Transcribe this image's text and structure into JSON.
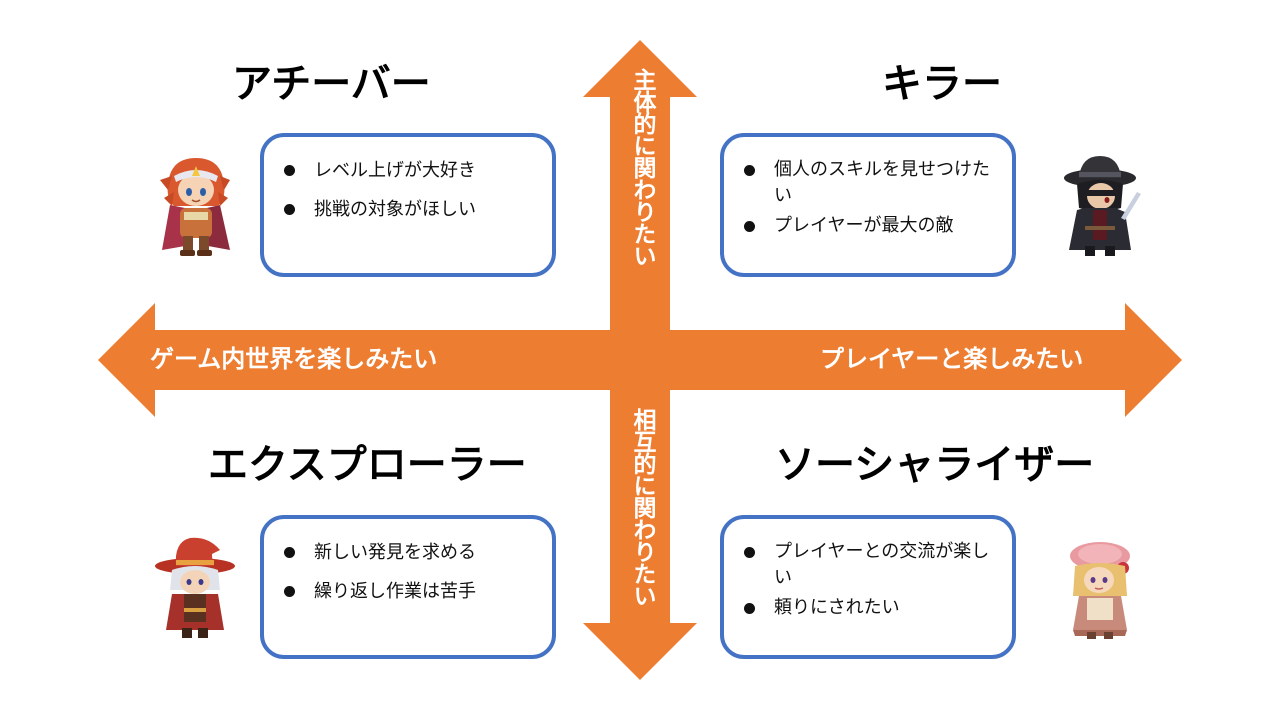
{
  "colors": {
    "arrow": "#ed7d31",
    "box_border": "#4472c4"
  },
  "axes": {
    "left_label": "ゲーム内世界を楽しみたい",
    "right_label": "プレイヤーと楽しみたい",
    "top_label": "主体的に関わりたい",
    "bottom_label": "相互的に関わりたい"
  },
  "quadrants": {
    "achiever": {
      "title": "アチーバー",
      "items": [
        "レベル上げが大好き",
        "挑戦の対象がほしい"
      ],
      "icon": "archer-hero-character-icon"
    },
    "killer": {
      "title": "キラー",
      "items": [
        "個人のスキルを見せつけたい",
        "プレイヤーが最大の敵"
      ],
      "icon": "dark-assassin-character-icon"
    },
    "explorer": {
      "title": "エクスプローラー",
      "items": [
        "新しい発見を求める",
        "繰り返し作業は苦手"
      ],
      "icon": "red-mage-character-icon"
    },
    "socializer": {
      "title": "ソーシャライザー",
      "items": [
        "プレイヤーとの交流が楽しい",
        "頼りにされたい"
      ],
      "icon": "pink-hat-girl-character-icon"
    }
  }
}
